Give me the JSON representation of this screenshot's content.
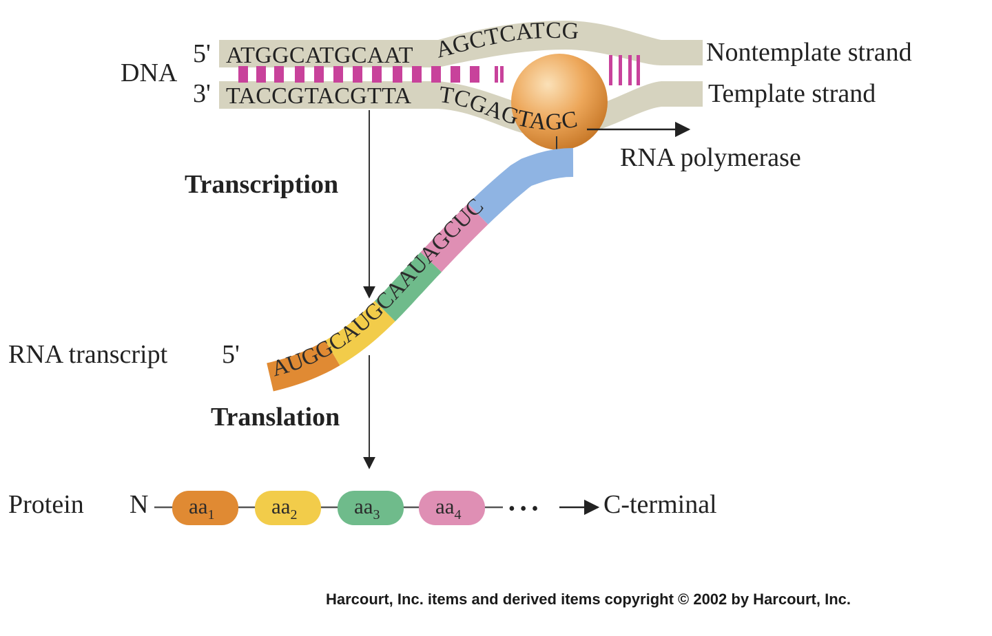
{
  "labels": {
    "dna": "DNA",
    "nontemplate": "Nontemplate strand",
    "template": "Template strand",
    "rna_polymerase": "RNA polymerase",
    "transcription": "Transcription",
    "rna_transcript": "RNA transcript",
    "translation": "Translation",
    "protein": "Protein",
    "n_terminal": "N",
    "c_terminal": "C-terminal",
    "five_prime": "5'",
    "three_prime": "3'"
  },
  "dna": {
    "nontemplate_prefix": "ATGGCATGCAAT",
    "nontemplate_bubble": "AGCTCATCG",
    "template_prefix": "TACCGTACGTTA",
    "template_bubble": "TCGAGTAGC"
  },
  "rna": {
    "segments": [
      {
        "seq": "AUG",
        "color": "#e08a33"
      },
      {
        "seq": "GCA",
        "color": "#f2cc4a"
      },
      {
        "seq": "UGC",
        "color": "#6fbb8b"
      },
      {
        "seq": "AAU",
        "color": "#df8fb4"
      },
      {
        "seq": "AGCUC",
        "color": "#8fb4e3"
      }
    ]
  },
  "protein": {
    "residues": [
      {
        "base": "aa",
        "sub": "1",
        "color": "#e08a33"
      },
      {
        "base": "aa",
        "sub": "2",
        "color": "#f2cc4a"
      },
      {
        "base": "aa",
        "sub": "3",
        "color": "#6fbb8b"
      },
      {
        "base": "aa",
        "sub": "4",
        "color": "#df8fb4"
      }
    ],
    "ellipsis": "• • •"
  },
  "colors": {
    "strand": "#d6d3bf",
    "base_pair": "#c8429b",
    "polymerase": "#e39d4b"
  },
  "copyright": "Harcourt, Inc. items and derived items copyright © 2002 by Harcourt, Inc."
}
